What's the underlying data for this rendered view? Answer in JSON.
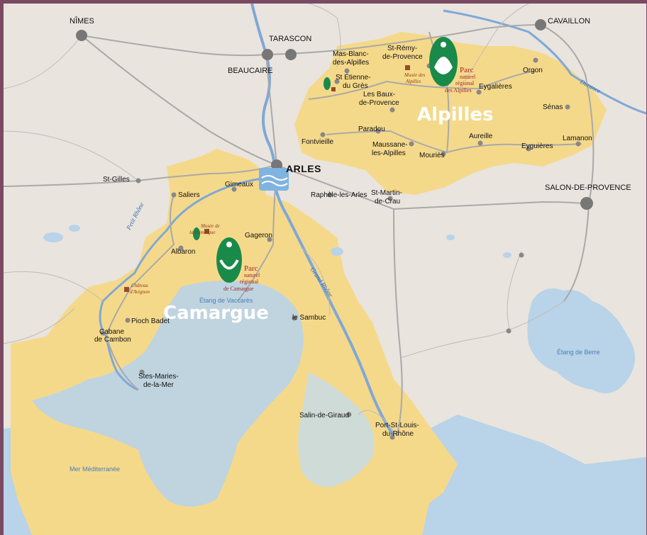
{
  "map": {
    "colors": {
      "land": "#e9e4de",
      "parc": "#f5d98a",
      "sea": "#b9d3e8",
      "river": "#7fa8d6",
      "road": "#a9a9a9",
      "park_green": "#1a8a4a",
      "label_red": "#a0282a"
    },
    "regions": {
      "camargue": "Camargue",
      "alpilles": "Alpilles"
    },
    "major_cities": {
      "arles": "ARLES",
      "nimes": "NÎMES",
      "cavaillon": "CAVAILLON",
      "tarascon": "TARASCON",
      "beaucaire": "BEAUCAIRE",
      "salon": "SALON-DE-PROVENCE"
    },
    "towns": {
      "mas_blanc_1": "Mas-Blanc-",
      "mas_blanc_2": "des-Alpilles",
      "st_remy_1": "St-Rémy-",
      "st_remy_2": "de-Provence",
      "st_etienne_1": "St Étienne-",
      "st_etienne_2": "du Grès",
      "baux_1": "Les Baux-",
      "baux_2": "de-Provence",
      "orgon": "Orgon",
      "eygalieres": "Eygalières",
      "senas": "Sénas",
      "lamanon": "Lamanon",
      "eyguieres": "Eyguières",
      "aureille": "Aureille",
      "mouries": "Mouriès",
      "paradou": "Paradou",
      "fontvieille": "Fontvieille",
      "maussane_1": "Maussane-",
      "maussane_2": "les-Alpilles",
      "st_gilles": "St-Gilles",
      "saliers": "Saliers",
      "gimeaux": "Gimeaux",
      "raphele": "Raphèle-les-Arles",
      "st_martin_1": "St-Martin-",
      "st_martin_2": "de-Crau",
      "gageron": "Gageron",
      "albaron": "Albaron",
      "pioch_badet": "Pioch Badet",
      "cabane_1": "Cabane",
      "cabane_2": "de Cambon",
      "sambuc": "le Sambuc",
      "stes_maries_1": "Stes-Maries-",
      "stes_maries_2": "de-la-Mer",
      "salin": "Salin-de-Giraud",
      "port_st_louis_1": "Port-St-Louis-",
      "port_st_louis_2": "du-Rhône"
    },
    "water": {
      "vaccares": "Étang de Vaccarès",
      "berre": "Étang de Berre",
      "mer": "Mer Méditerranée",
      "petit_rhone": "Petit Rhône",
      "grand_rhone": "Grand Rhône",
      "durance": "Durance"
    },
    "museums": {
      "musee_alpilles_1": "Musée des",
      "musee_alpilles_2": "Alpilles",
      "musee_camargue_1": "Musée de",
      "musee_camargue_2": "la Camargue",
      "chateau_1": "Château",
      "chateau_2": "d'Avignon"
    },
    "parks": {
      "alpilles_1": "Parc",
      "alpilles_2": "naturel",
      "alpilles_3": "régional",
      "alpilles_4": "des Alpilles",
      "camargue_1": "Parc",
      "camargue_2": "naturel",
      "camargue_3": "régional",
      "camargue_4": "de Camargue"
    },
    "icons": [
      "park-logo-icon",
      "museum-icon",
      "river-logo-icon",
      "town-dot-icon"
    ]
  }
}
